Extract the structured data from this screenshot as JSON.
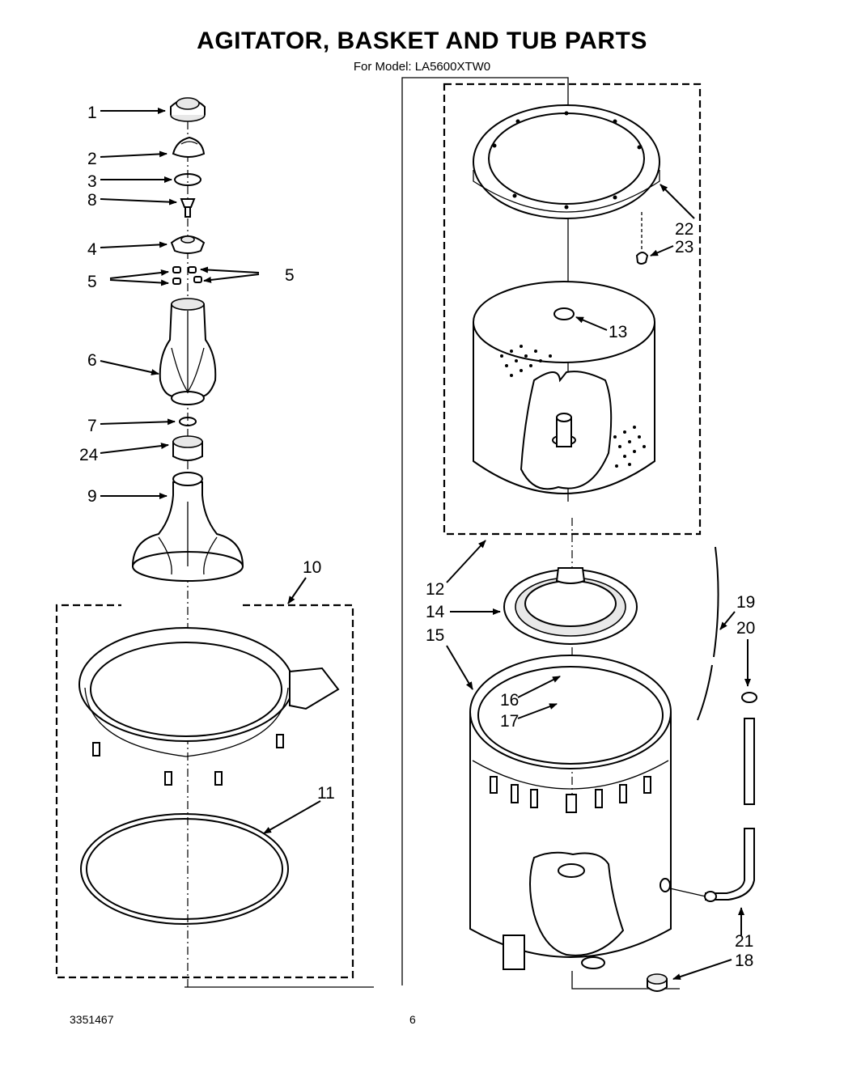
{
  "title": "AGITATOR, BASKET AND TUB PARTS",
  "subtitle": "For Model: LA5600XTW0",
  "footer": {
    "doc_number": "3351467",
    "page_number": "6"
  },
  "callouts": {
    "c1": "1",
    "c2": "2",
    "c3": "3",
    "c8": "8",
    "c4": "4",
    "c5a": "5",
    "c5b": "5",
    "c6": "6",
    "c7": "7",
    "c24": "24",
    "c9": "9",
    "c10": "10",
    "c11": "11",
    "c22": "22",
    "c23": "23",
    "c13": "13",
    "c12": "12",
    "c14": "14",
    "c15": "15",
    "c19": "19",
    "c20": "20",
    "c16": "16",
    "c17": "17",
    "c21": "21",
    "c18": "18"
  }
}
